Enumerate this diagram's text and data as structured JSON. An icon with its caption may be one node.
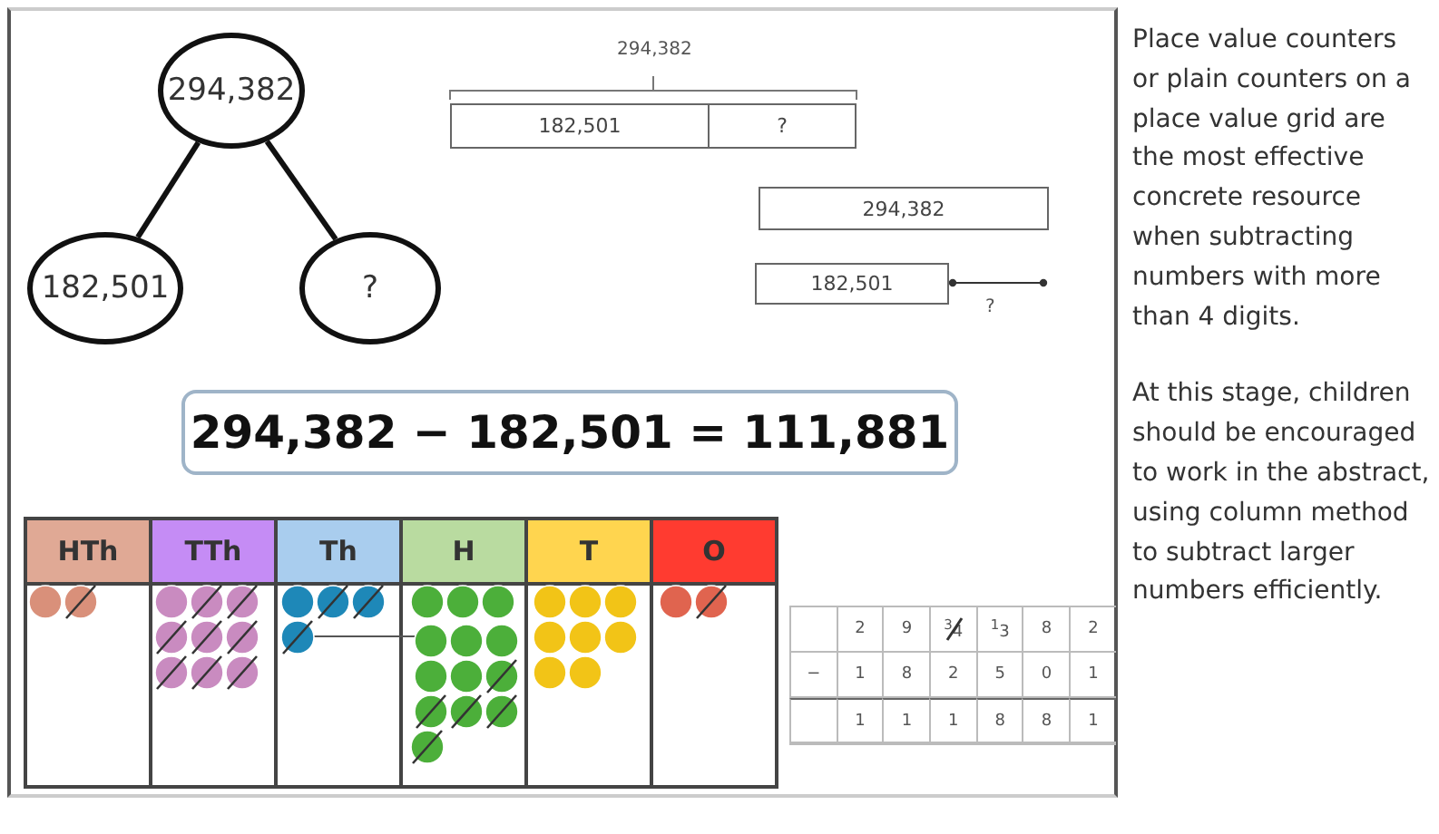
{
  "diagram": {
    "nodes": [
      {
        "text": [
          "294,382"
        ]
      },
      {
        "text": [
          "182,501"
        ]
      },
      {
        "text": [
          "?"
        ]
      },
      {
        "text": [
          "182,501"
        ]
      },
      {
        "text": [
          "?"
        ]
      },
      {
        "text": [
          "294,382"
        ]
      },
      {
        "text": [
          "182,501"
        ]
      },
      {
        "text": [
          "294,382 − 182,501 = 111,881"
        ]
      }
    ],
    "edges": [
      {
        "from": 0,
        "to": 1,
        "arrow": "none"
      },
      {
        "from": 0,
        "to": 2,
        "arrow": "none"
      }
    ],
    "labels": [
      "294,382",
      "?",
      "HTh",
      "TTh",
      "Th",
      "H",
      "T",
      "O",
      "2",
      "9",
      "$^{3}$4",
      "$^{1}$3",
      "8",
      "2",
      "−",
      "1",
      "8",
      "2",
      "5",
      "0",
      "1",
      "1",
      "1",
      "1",
      "8",
      "8",
      "1",
      "Place value counters or plain counters on a place value grid are the most effective concrete resource when subtracting numbers with more than 4 digits.",
      "At this stage, children should be encouraged to work in the abstract, using column method to subtract larger numbers efficiently."
    ]
  }
}
